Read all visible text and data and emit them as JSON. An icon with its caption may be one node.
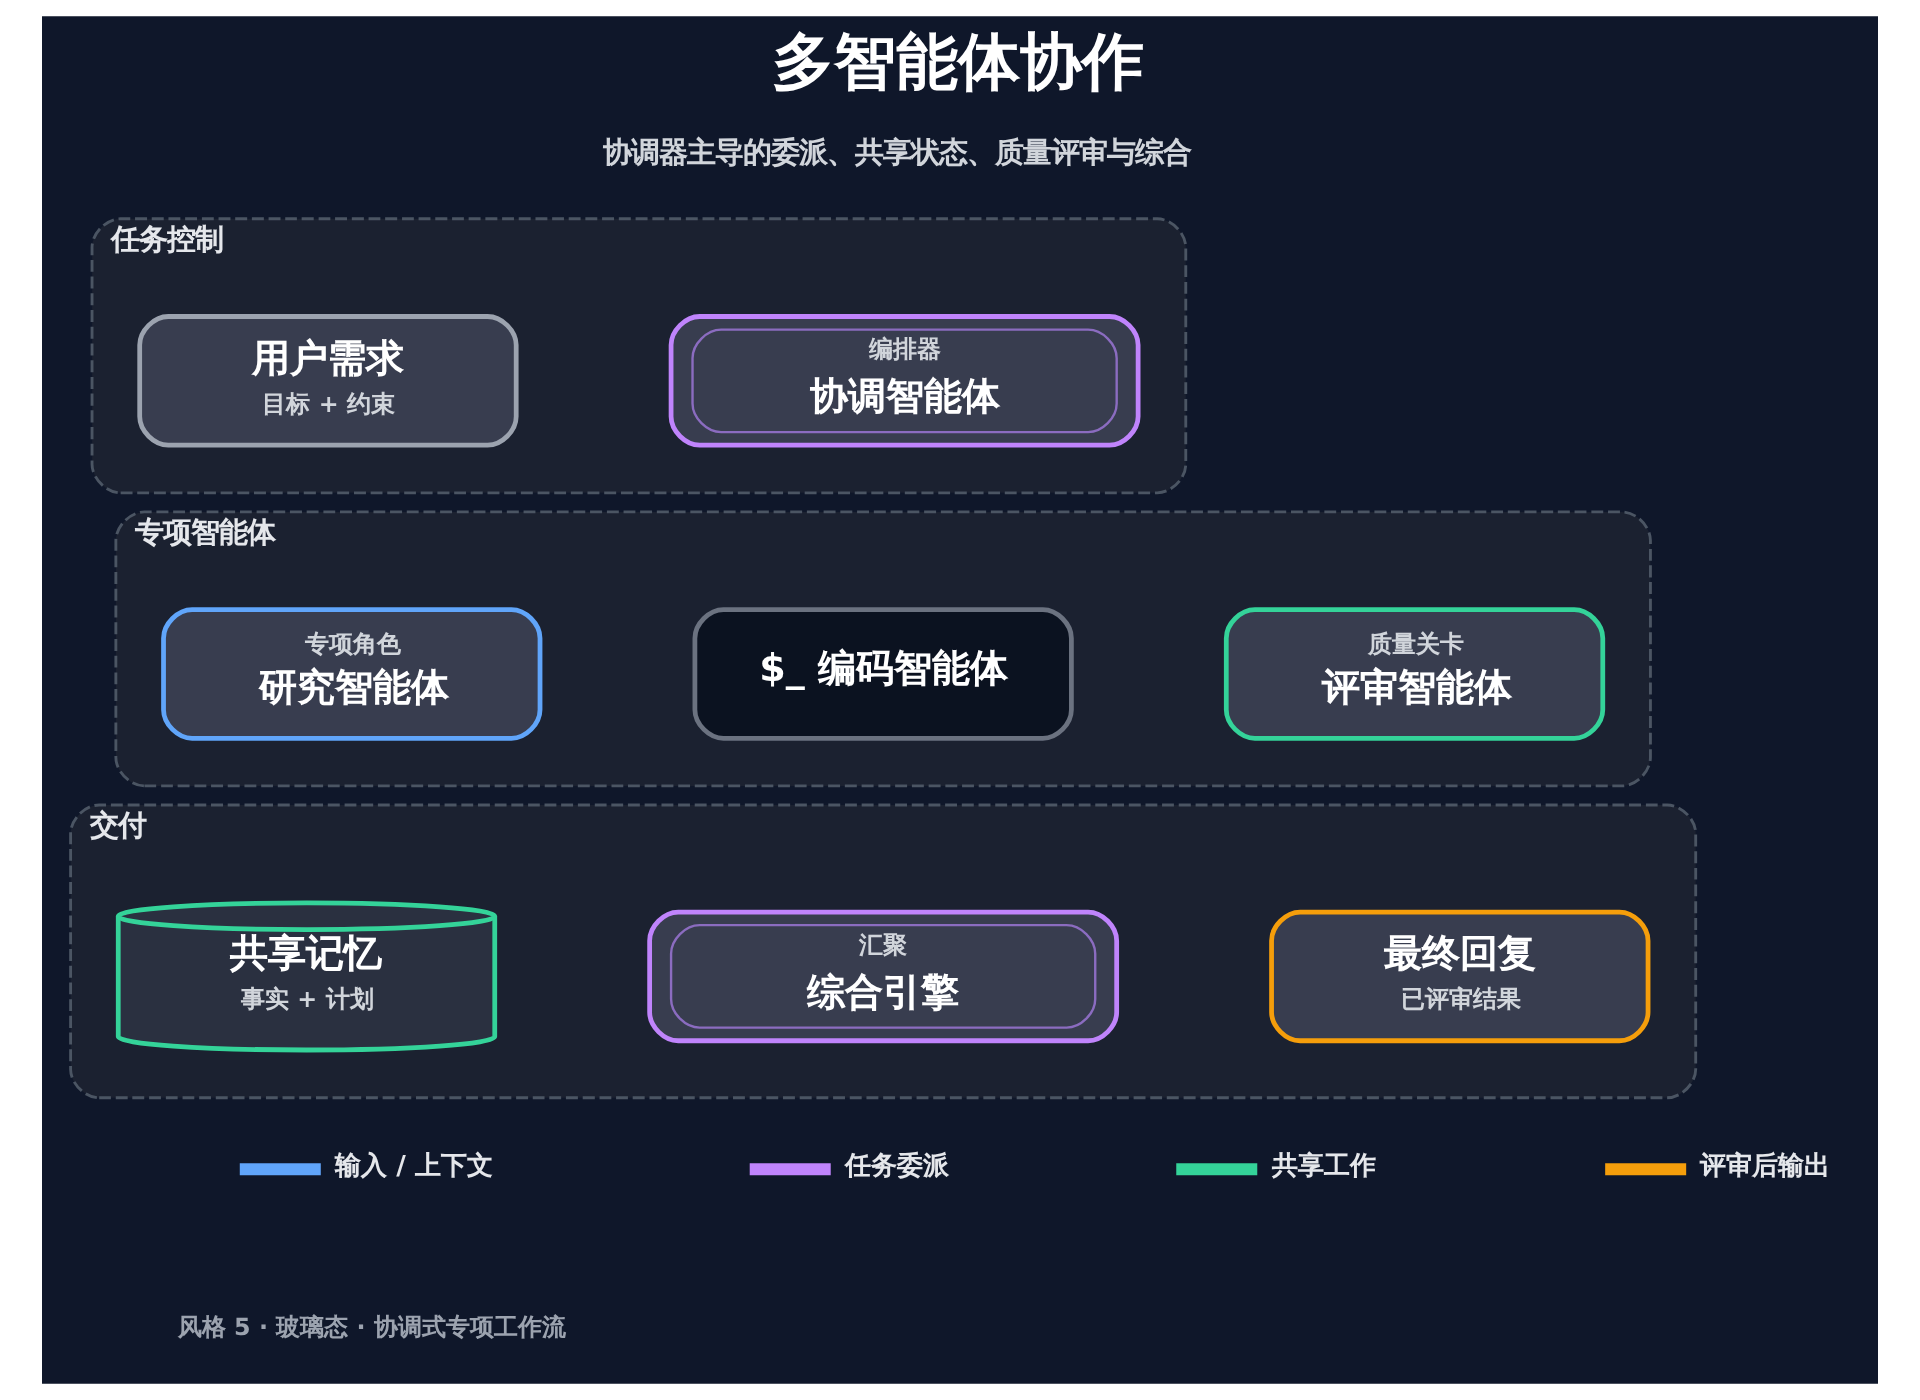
{
  "diagram": {
    "title": "多智能体协作",
    "nodes": [
      {
        "text": [
          "任务控制"
        ]
      },
      {
        "text": [
          "用户需求",
          "目标 + 约束"
        ],
        "in": 0
      },
      {
        "text": [
          "编排器",
          "协调智能体"
        ],
        "in": 0
      },
      {
        "text": [
          "专项智能体"
        ]
      },
      {
        "text": [
          "专项角色",
          "研究智能体"
        ],
        "in": 3
      },
      {
        "text": [
          "$_ 编码智能体"
        ],
        "in": 3
      },
      {
        "text": [
          "质量关卡",
          "评审智能体"
        ],
        "in": 3
      },
      {
        "text": [
          "交付"
        ]
      },
      {
        "text": [
          "共享记忆",
          "事实 + 计划"
        ],
        "in": 7
      },
      {
        "text": [
          "汇聚",
          "综合引擎"
        ],
        "in": 7
      },
      {
        "text": [
          "最终回复",
          "已评审结果"
        ],
        "in": 7
      }
    ],
    "labels": [
      "协调器主导的委派、共享状态、质量评审与综合",
      "风格 5 · 玻璃态 · 协调式专项工作流"
    ],
    "legend": [
      {
        "text": "输入 / 上下文",
        "color": "#60a5fa"
      },
      {
        "text": "任务委派",
        "color": "#c084fc"
      },
      {
        "text": "共享工作",
        "color": "#34d399"
      },
      {
        "text": "评审后输出",
        "color": "#f59e0b"
      }
    ]
  }
}
